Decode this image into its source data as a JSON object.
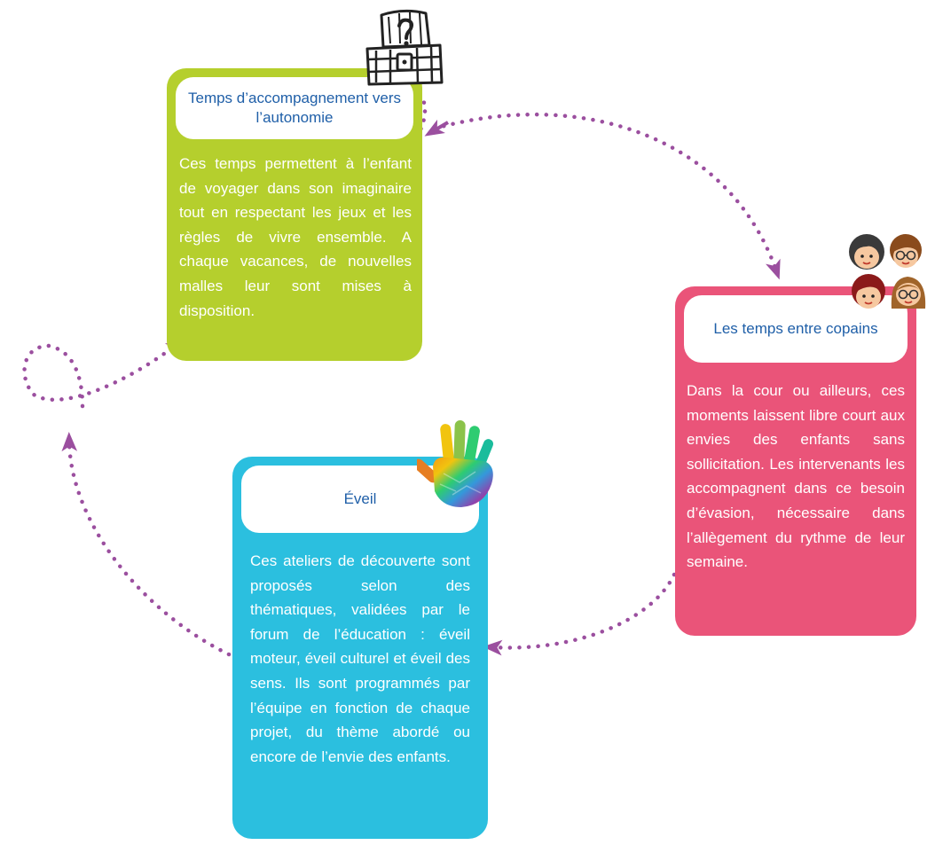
{
  "cards": [
    {
      "id": "green",
      "title": "Temps d’accompagnement vers l’autonomie",
      "text": "Ces temps permettent à l’enfant de voyager dans son imaginaire tout en respectant les jeux et les règles de vivre ensemble. A chaque vacances, de nouvelles malles leur sont mises à disposition.",
      "color": "#b5cf2d",
      "icon": "treasure-chest-icon"
    },
    {
      "id": "pink",
      "title": "Les temps entre copains",
      "text": "Dans la cour ou ailleurs, ces moments laissent libre court aux envies des enfants sans sollicitation. Les intervenants les accompagnent dans ce besoin d’évasion, nécessaire dans l’allègement du rythme de leur semaine.",
      "color": "#ea5479",
      "icon": "children-faces-icon"
    },
    {
      "id": "blue",
      "title": "Éveil",
      "text": "Ces ateliers de découverte sont proposés selon des thématiques, validées par le forum de l’éducation : éveil moteur, éveil culturel et éveil des sens. Ils sont programmés par l’équipe en fonction de chaque projet, du thème abordé ou encore de l’envie des enfants.",
      "color": "#2bbfdf",
      "icon": "rainbow-hand-icon"
    }
  ],
  "colors": {
    "arrow": "#9b4f9f",
    "title_text": "#1f5fa8",
    "body_text": "#ffffff"
  }
}
